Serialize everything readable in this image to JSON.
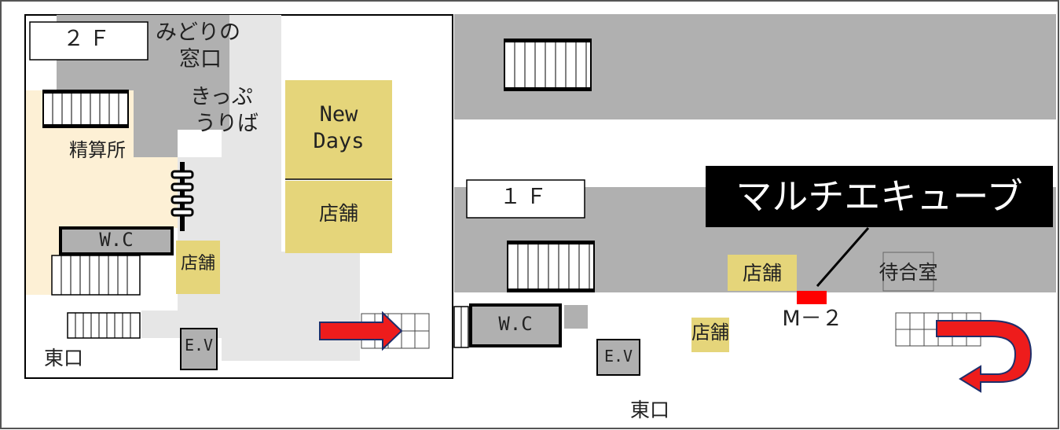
{
  "floors": {
    "second": "２Ｆ",
    "first": "１Ｆ"
  },
  "second_floor": {
    "midori_line1": "みどりの",
    "midori_line2": "窓口",
    "kippu_line1": "きっぷ",
    "kippu_line2": "うりば",
    "fare_adjustment": "精算所",
    "newdays_line1": "New",
    "newdays_line2": "Days",
    "shop_large": "店舗",
    "shop_small": "店舗",
    "wc": "W.C",
    "ev": "E.V",
    "east_exit": "東口"
  },
  "first_floor": {
    "wc": "W.C",
    "ev": "E.V",
    "shop_upper": "店舗",
    "shop_lower": "店舗",
    "waiting_room": "待合室",
    "location_code": "M－２",
    "east_exit": "東口"
  },
  "callout": {
    "label": "マルチエキューブ"
  },
  "colors": {
    "platform_gray": "#b0b0b0",
    "concourse_gray": "#e6e6e6",
    "shop_yellow": "#e5d57a",
    "fare_area": "#fdf0d5",
    "marker_red": "#ff0000",
    "callout_bg": "#000000"
  }
}
